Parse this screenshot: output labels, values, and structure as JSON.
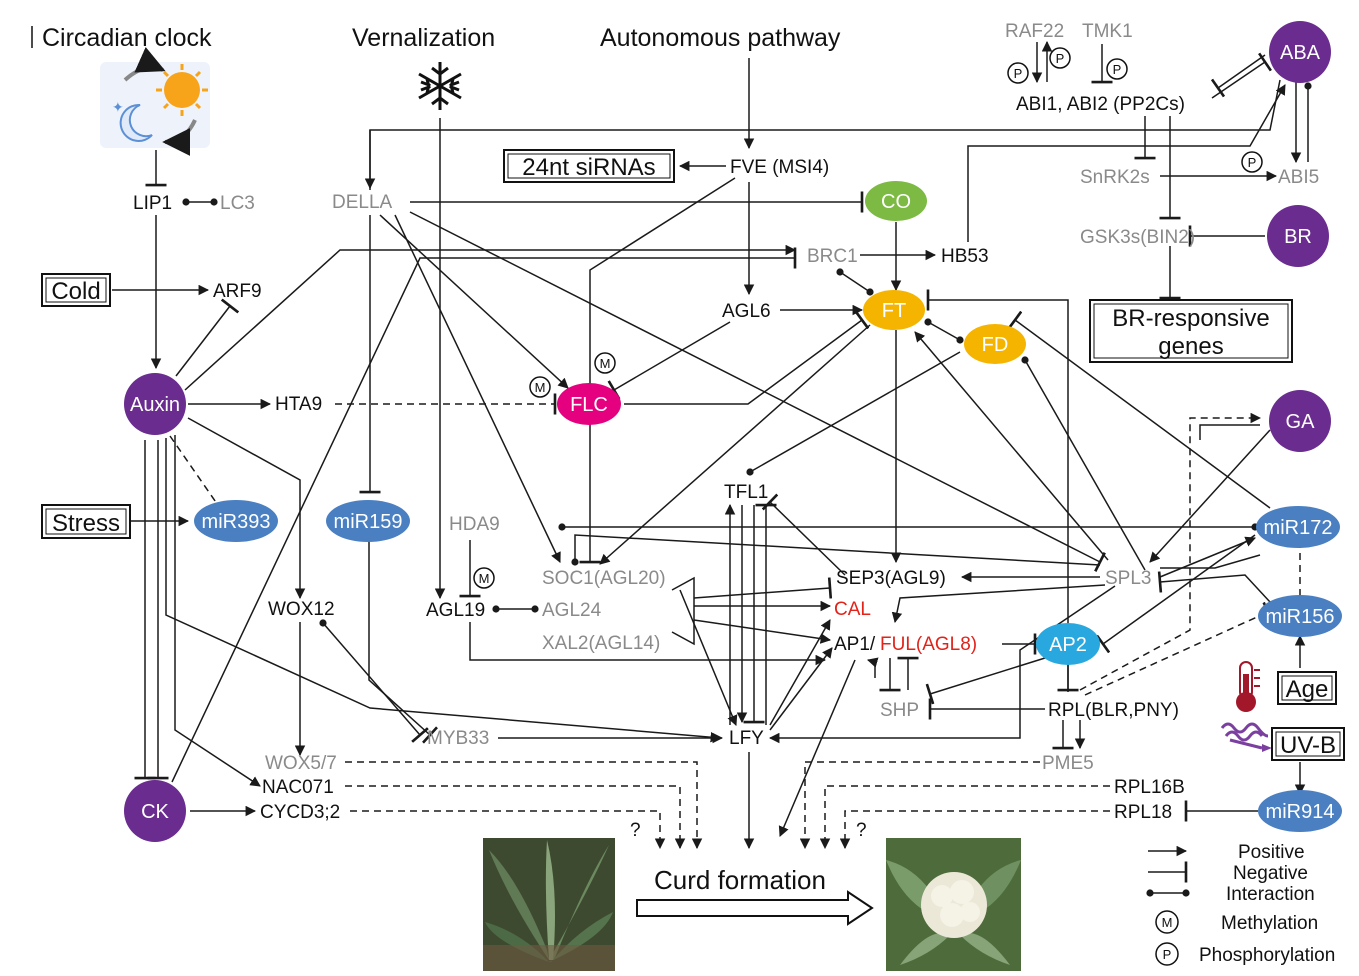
{
  "colors": {
    "purple": "#6a2c8f",
    "blue": "#4a7fc1",
    "magenta": "#e4007f",
    "gold": "#f5b400",
    "green": "#7cba43",
    "cyan": "#29a8df",
    "grey_text": "#8a8a8a",
    "red_text": "#e2231a"
  },
  "titles": {
    "circadian": "Circadian clock",
    "vernalization": "Vernalization",
    "autonomous": "Autonomous pathway"
  },
  "nodes": {
    "aba": "ABA",
    "br": "BR",
    "ga": "GA",
    "auxin": "Auxin",
    "ck": "CK",
    "co": "CO",
    "ft": "FT",
    "fd": "FD",
    "flc": "FLC",
    "ap2": "AP2",
    "mir393": "miR393",
    "mir159": "miR159",
    "mir172": "miR172",
    "mir156": "miR156",
    "mir914": "miR914"
  },
  "boxes": {
    "sirnas": "24nt siRNAs",
    "cold": "Cold",
    "stress": "Stress",
    "br_responsive_1": "BR-responsive",
    "br_responsive_2": "genes",
    "age": "Age",
    "uvb": "UV-B"
  },
  "labels": {
    "lip1": "LIP1",
    "lc3": "LC3",
    "arf9": "ARF9",
    "hta9": "HTA9",
    "wox12": "WOX12",
    "wox57": "WOX5/7",
    "nac071": "NAC071",
    "cycd3": "CYCD3;2",
    "della": "DELLA",
    "fve": "FVE (MSI4)",
    "agl6": "AGL6",
    "brc1": "BRC1",
    "hb53": "HB53",
    "raf22": "RAF22",
    "tmk1": "TMK1",
    "abi12": "ABI1, ABI2 (PP2Cs)",
    "snrk2s": "SnRK2s",
    "abi5": "ABI5",
    "gsk3s": "GSK3s(BIN2)",
    "hda9": "HDA9",
    "agl19": "AGL19",
    "agl24": "AGL24",
    "soc1": "SOC1(AGL20)",
    "xal2": "XAL2(AGL14)",
    "tfl1": "TFL1",
    "sep3": "SEP3(AGL9)",
    "cal": "CAL",
    "ap1": "AP1/",
    "ful": "FUL(AGL8)",
    "spl3": "SPL3",
    "shp": "SHP",
    "rpl": "RPL(BLR,PNY)",
    "pme5": "PME5",
    "lfy": "LFY",
    "myb33": "MYB33",
    "rpl16b": "RPL16B",
    "rpl18": "RPL18",
    "curd": "Curd formation",
    "q1": "?",
    "q2": "?",
    "m": "M",
    "p": "P"
  },
  "legend": {
    "positive": "Positive",
    "negative": "Negative",
    "interaction": "Interaction",
    "methylation": "Methylation",
    "phosphorylation": "Phosphorylation",
    "m": "M",
    "p": "P"
  },
  "icons": {
    "sun_moon": "sun-moon-cycle-icon",
    "snowflake": "snowflake-icon",
    "thermometer": "thermometer-icon",
    "uv": "uv-radiation-icon",
    "plant_left": "cauliflower-plant-photo",
    "plant_right": "cauliflower-curd-photo"
  }
}
